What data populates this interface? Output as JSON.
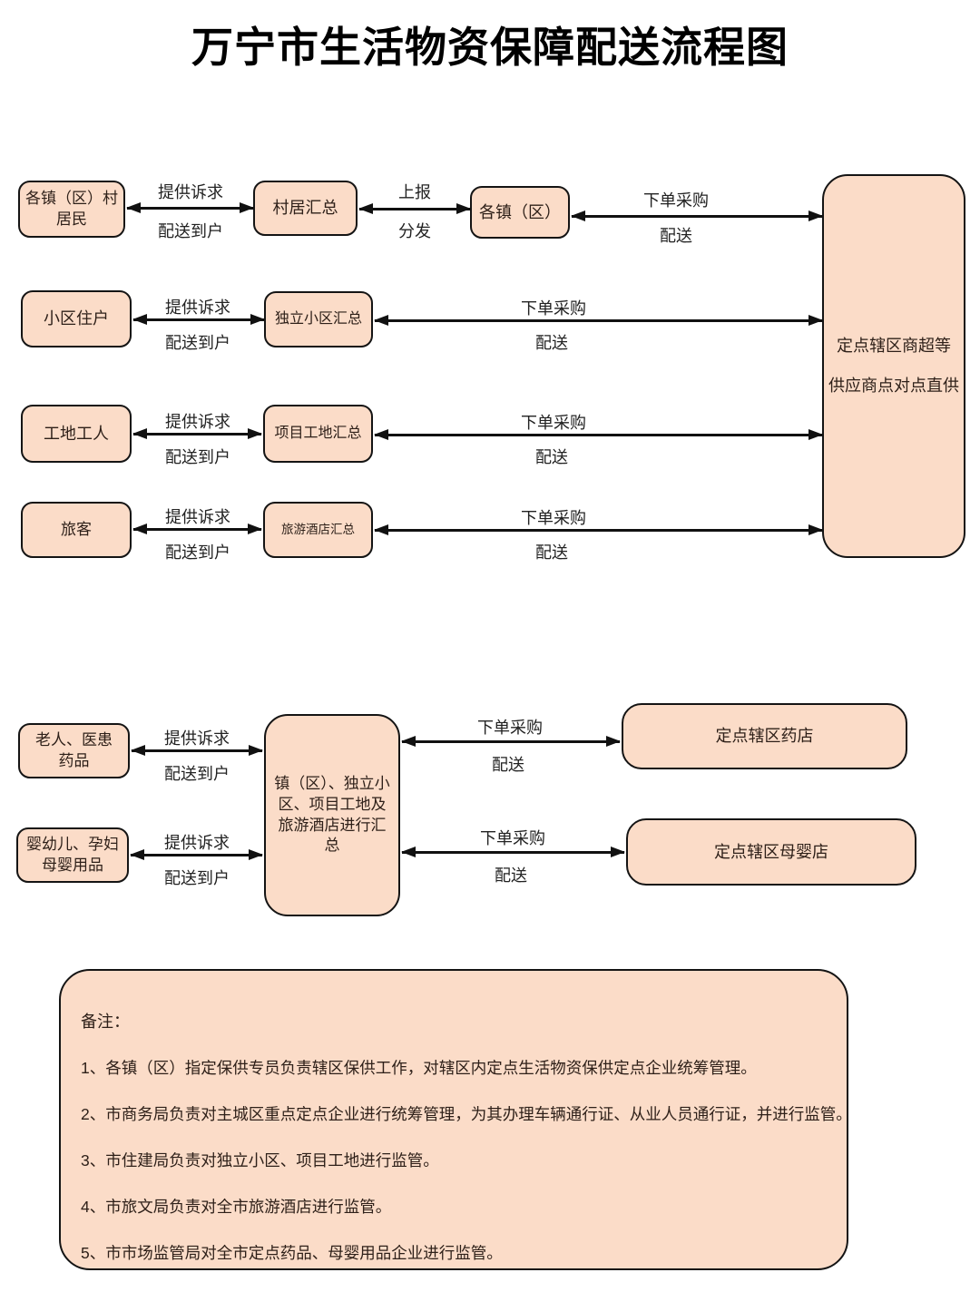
{
  "title": "万宁市生活物资保障配送流程图",
  "colors": {
    "box_fill": "#fbdcc8",
    "box_border": "#141414",
    "text": "#2e2019"
  },
  "nodes": {
    "villagers": "各镇（区）村\n居民",
    "village_hub": "村居汇总",
    "towns": "各镇（区）",
    "supplier": "定点辖区商超等\n供应商点对点直供",
    "residents": "小区住户",
    "community_hub": "独立小区汇总",
    "workers": "工地工人",
    "site_hub": "项目工地汇总",
    "tourists": "旅客",
    "hotel_hub": "旅游酒店汇总",
    "elderly_meds": "老人、医患\n药品",
    "lower_hub": "镇（区）、独立小区、项目工地及旅游酒店进行汇总",
    "pharmacy": "定点辖区药店",
    "infants": "婴幼儿、孕妇\n母婴用品",
    "maternity_store": "定点辖区母婴店"
  },
  "labels": {
    "request": "提供诉求",
    "deliver_home": "配送到户",
    "report": "上报",
    "distribute": "分发",
    "order": "下单采购",
    "dispatch": "配送"
  },
  "notes": {
    "heading": "备注：",
    "items": [
      "1、各镇（区）指定保供专员负责辖区保供工作，对辖区内定点生活物资保供定点企业统筹管理。",
      "2、市商务局负责对主城区重点定点企业进行统筹管理，为其办理车辆通行证、从业人员通行证，并进行监管。",
      "3、市住建局负责对独立小区、项目工地进行监管。",
      "4、市旅文局负责对全市旅游酒店进行监管。",
      "5、市市场监管局对全市定点药品、母婴用品企业进行监管。"
    ]
  }
}
